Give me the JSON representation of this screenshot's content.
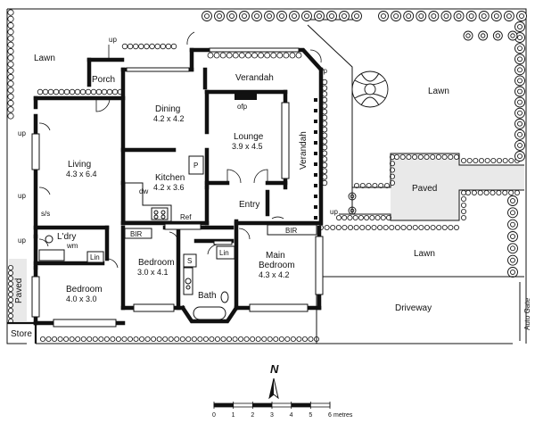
{
  "rooms": {
    "lawn_nw": "Lawn",
    "porch": "Porch",
    "dining": "Dining",
    "dining_size": "4.2 x 4.2",
    "verandah_n": "Verandah",
    "lounge": "Lounge",
    "lounge_size": "3.9 x 4.5",
    "ofp": "ofp",
    "verandah_e": "Verandah",
    "living": "Living",
    "living_size": "4.3 x 6.4",
    "kitchen": "Kitchen",
    "kitchen_size": "4.2 x 3.6",
    "entry": "Entry",
    "laundry": "L'dry",
    "bedroom_2": "Bedroom",
    "bedroom_2_size": "3.0 x 4.1",
    "main_bedroom": "Main",
    "main_bedroom_2": "Bedroom",
    "main_bedroom_size": "4.3 x 4.2",
    "bath": "Bath",
    "bedroom_3": "Bedroom",
    "bedroom_3_size": "4.0 x 3.0",
    "store": "Store",
    "paved_w": "Paved",
    "lawn_ne": "Lawn",
    "paved_e": "Paved",
    "lawn_e": "Lawn",
    "driveway": "Driveway"
  },
  "fixtures": {
    "dw": "dw",
    "ref": "Ref",
    "bir_1": "BIR",
    "bir_2": "BIR",
    "wm": "wm",
    "lin_1": "Lin",
    "lin_2": "Lin",
    "ss": "s/s",
    "shower": "S",
    "pantry": "P"
  },
  "annotations": {
    "up_porch": "up",
    "up_verandah": "up",
    "up_living_1": "up",
    "up_living_2": "up",
    "up_laundry": "up",
    "up_entry": "up",
    "auto_gate": "Auto Gate"
  },
  "compass": {
    "label": "N"
  },
  "scale": {
    "ticks": [
      "0",
      "1",
      "2",
      "3",
      "4",
      "5",
      "6"
    ],
    "unit": "metres"
  }
}
